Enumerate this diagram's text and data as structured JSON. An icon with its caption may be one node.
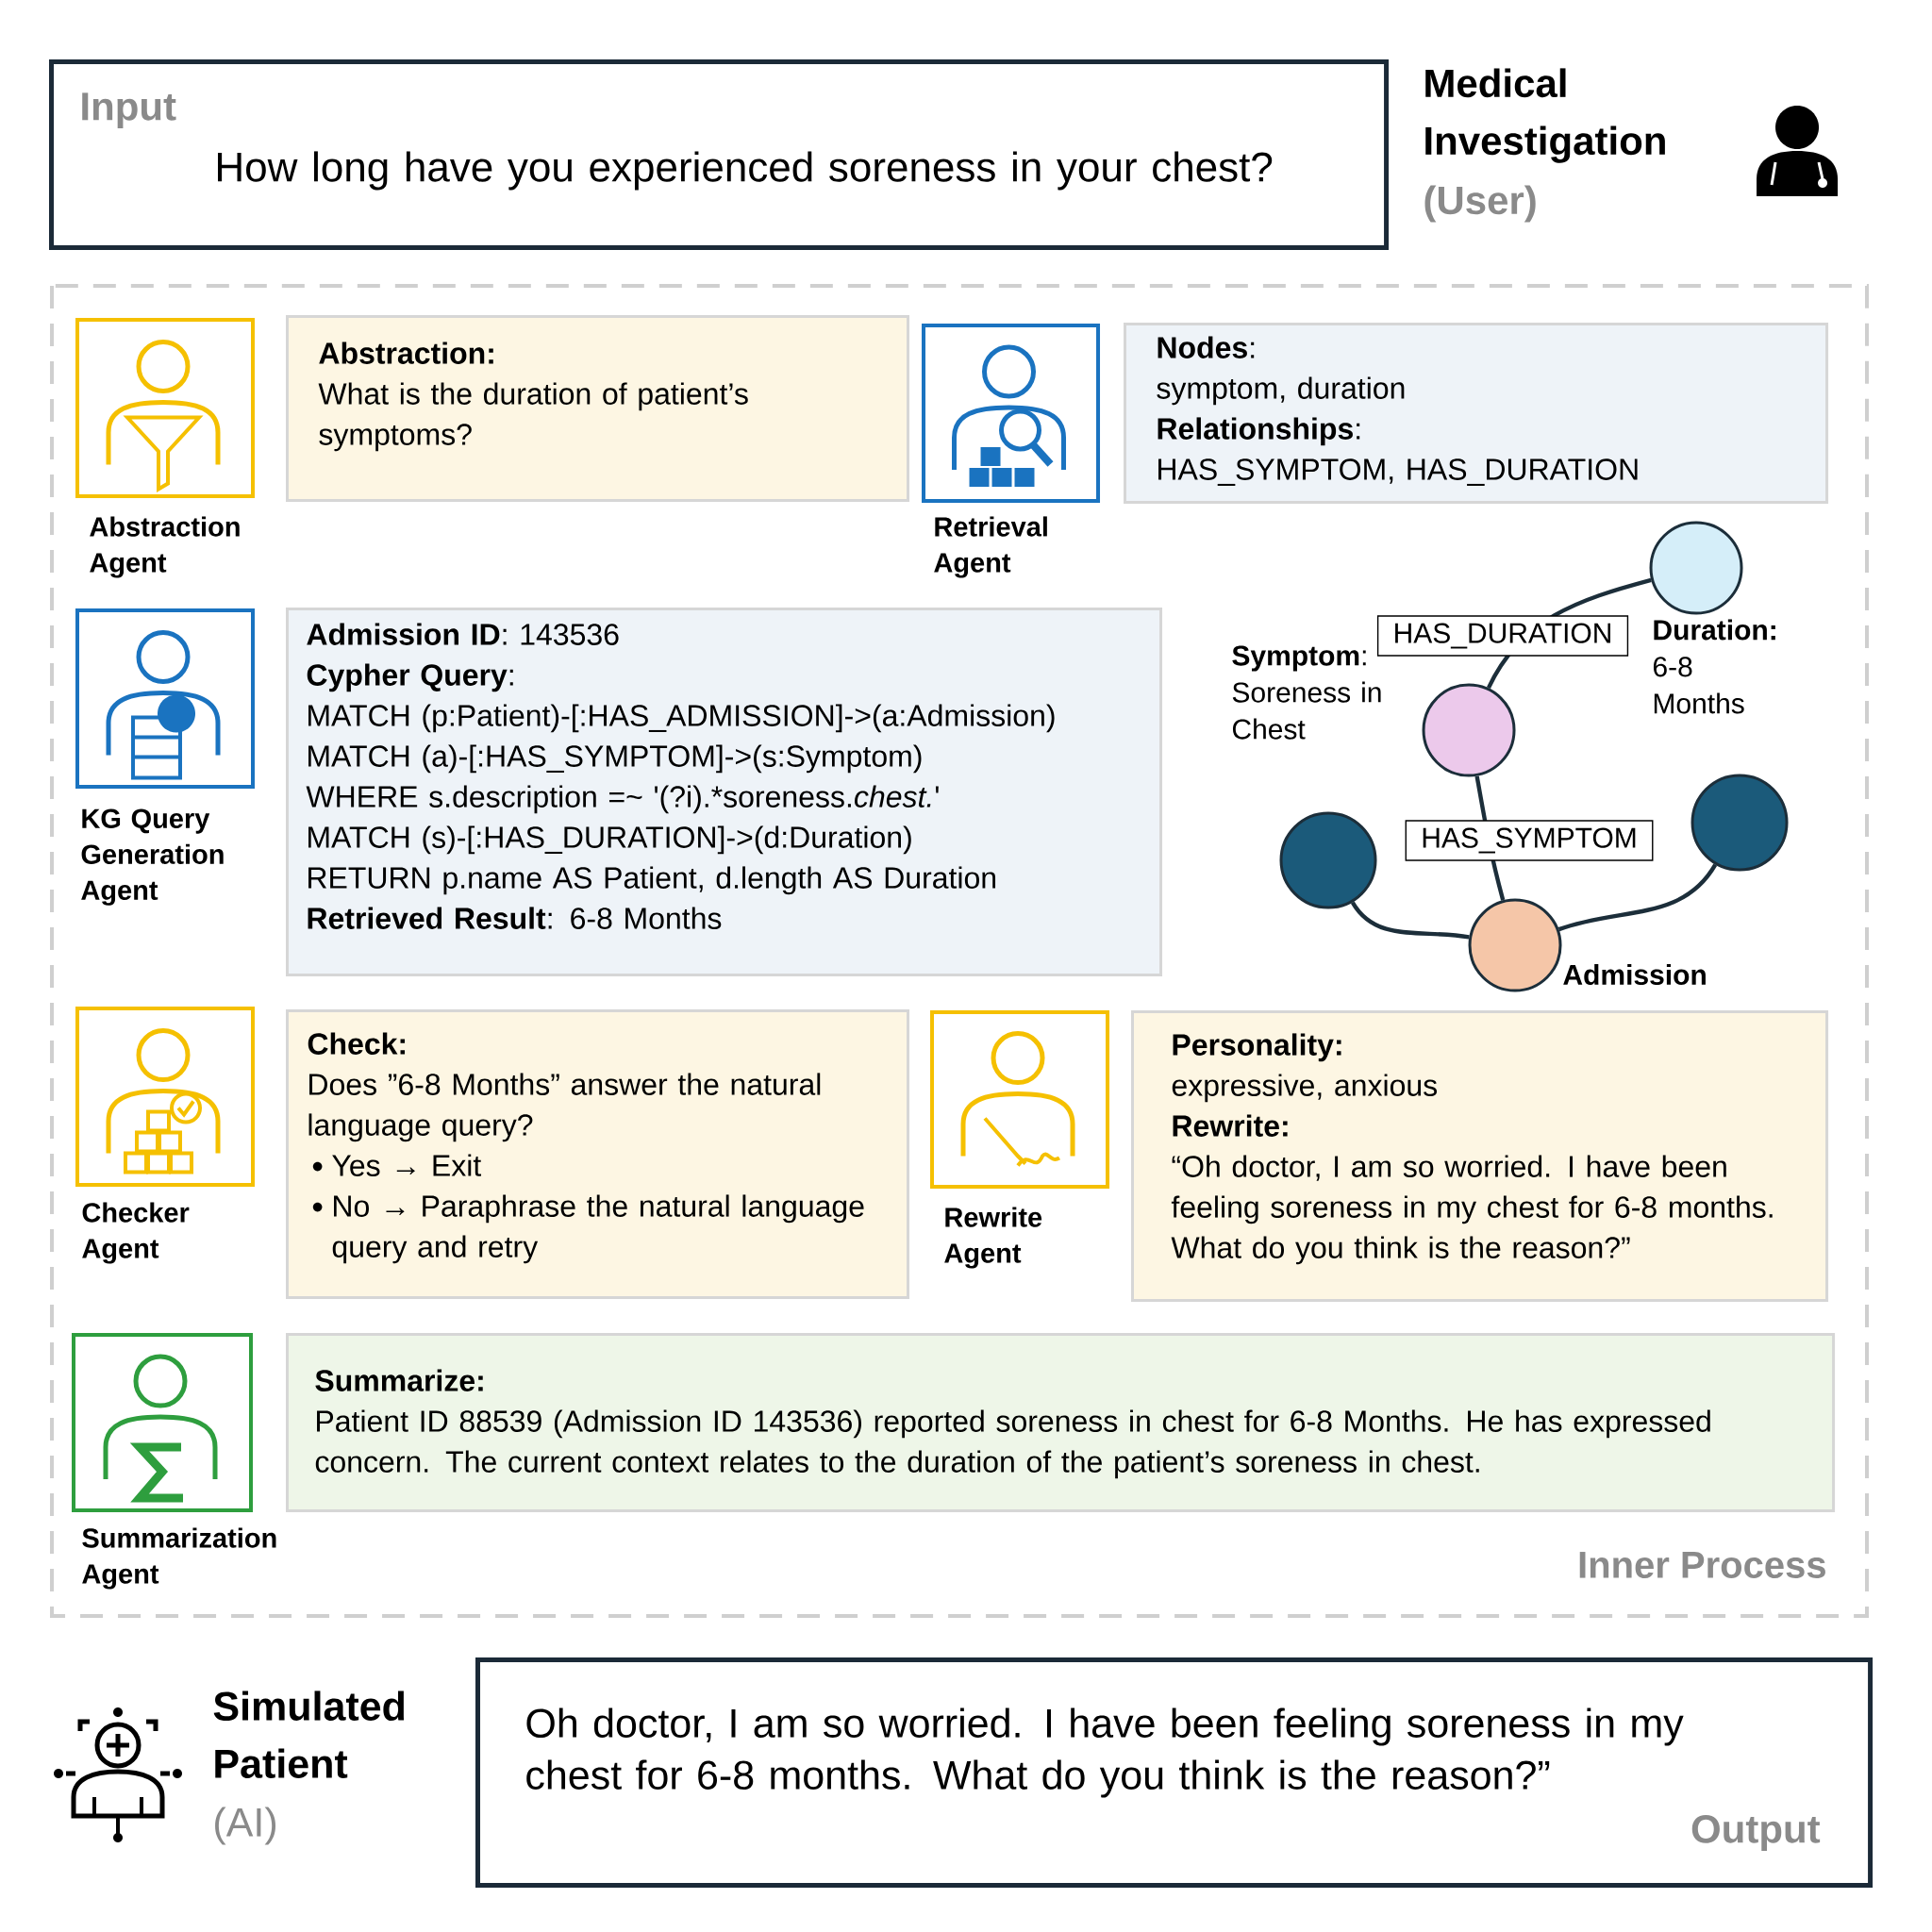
{
  "diagram": {
    "nodes": [
      {
        "text": [
          "Input",
          "How long have you experienced soreness in your chest?"
        ]
      },
      {
        "text": [
          "Inner Process"
        ]
      },
      {
        "text": [
          "Abstraction Agent"
        ],
        "in": 1
      },
      {
        "text": [
          "Abstraction:",
          "What is the duration of patient’s symptoms?"
        ],
        "in": 1
      },
      {
        "text": [
          "Retrieval Agent"
        ],
        "in": 1
      },
      {
        "text": [
          "**Nodes**:",
          "symptom, duration",
          "**Relationships**:",
          "HAS_SYMPTOM, HAS_DURATION"
        ],
        "in": 1
      },
      {
        "text": [
          "KG Query Generation Agent"
        ],
        "in": 1
      },
      {
        "text": [
          "**Admission ID**: 143536",
          "**Cypher Query**:",
          "MATCH (p:Patient)-[:HAS_ADMISSION]->(a:Admission)",
          "MATCH (a)-[:HAS_SYMPTOM]->(s:Symptom)",
          "WHERE s.description =~ '(?i).*soreness.*chest.*'",
          "MATCH (s)-[:HAS_DURATION]->(d:Duration)",
          "RETURN p.name AS Patient, d.length AS Duration",
          "**Retrieved Result**: 6-8 Months"
        ],
        "in": 1
      },
      {
        "text": [],
        "shape": "circle",
        "beside": [
          "**Duration:** 6-8 Months"
        ],
        "in": 1
      },
      {
        "text": [],
        "shape": "circle",
        "beside": [
          "**Symptom**: Soreness in Chest"
        ],
        "in": 1
      },
      {
        "text": [],
        "shape": "circle",
        "in": 1
      },
      {
        "text": [],
        "shape": "circle",
        "in": 1
      },
      {
        "text": [],
        "shape": "circle",
        "beside": [
          "Admission"
        ],
        "in": 1
      },
      {
        "text": [
          "Checker Agent"
        ],
        "in": 1
      },
      {
        "text": [
          "Check:",
          "Does ”6-8 Months” answer the natural language query?",
          "Yes → Exit",
          "No → Paraphrase the natural language query and retry"
        ],
        "in": 1
      },
      {
        "text": [
          "Rewrite Agent"
        ],
        "in": 1
      },
      {
        "text": [
          "Personality:",
          "expressive, anxious",
          "Rewrite:",
          "“Oh doctor, I am so worried. I have been feeling soreness in my chest for 6-8 months. What do you think is the reason?”"
        ],
        "in": 1
      },
      {
        "text": [
          "Summarization Agent"
        ],
        "in": 1
      },
      {
        "text": [
          "Summarize:",
          "Patient ID 88539 (Admission ID 143536) reported soreness in chest for 6-8 Months. He has expressed concern. The current context relates to the duration of the patient’s soreness in chest."
        ],
        "in": 1
      },
      {
        "text": [
          "Oh doctor, I am so worried. I have been feeling soreness in my chest for 6-8 months. What do you think is the reason?”",
          "Output"
        ]
      }
    ],
    "edges": [
      {
        "from": 9,
        "to": 8,
        "arrow": "none",
        "label": "HAS_DURATION"
      },
      {
        "from": 12,
        "to": 9,
        "arrow": "none",
        "label": "HAS_SYMPTOM"
      },
      {
        "from": 10,
        "to": 12,
        "arrow": "none"
      },
      {
        "from": 11,
        "to": 12,
        "arrow": "none"
      }
    ],
    "labels": [
      "Medical Investigation",
      "(User)",
      "Simulated Patient",
      "(AI)"
    ]
  }
}
